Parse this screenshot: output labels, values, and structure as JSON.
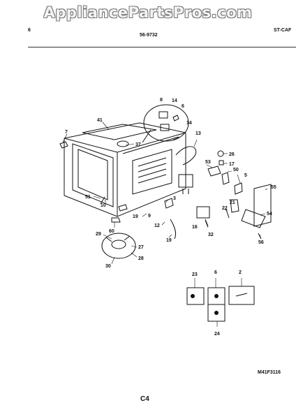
{
  "watermark": "AppliancePartsPros.com",
  "header": {
    "left_mark": "6",
    "center": "56-9732",
    "right": "ST-CAF"
  },
  "callouts": [
    "41",
    "37",
    "7",
    "8",
    "14",
    "6",
    "14",
    "13",
    "26",
    "17",
    "5",
    "53",
    "50",
    "55",
    "21",
    "22",
    "54",
    "56",
    "51",
    "10",
    "19",
    "9",
    "3",
    "12",
    "16",
    "32",
    "60",
    "19",
    "29",
    "27",
    "28",
    "30",
    "23",
    "6",
    "2",
    "24"
  ],
  "footer": {
    "drawing_code": "M41F3116",
    "page": "C4"
  }
}
